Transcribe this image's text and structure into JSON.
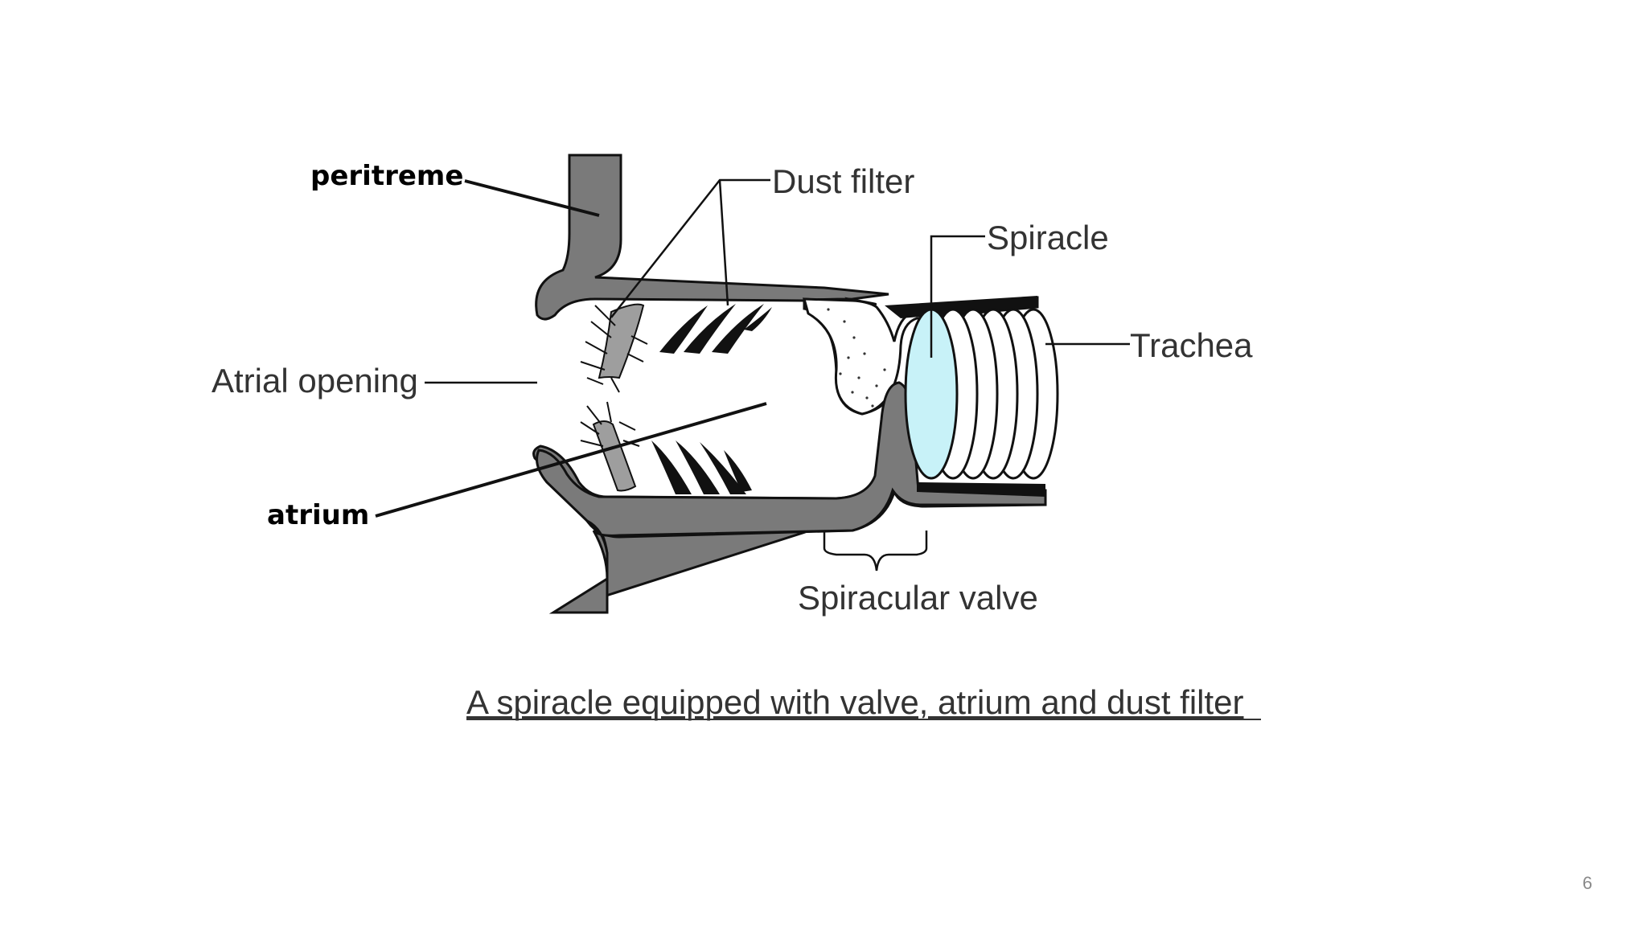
{
  "labels": {
    "peritreme": "peritreme",
    "atrium": "atrium",
    "dust_filter": "Dust filter",
    "spiracle": "Spiracle",
    "trachea": "Trachea",
    "atrial_opening": "Atrial opening",
    "spiracular_valve": "Spiracular valve"
  },
  "caption": "A spiracle equipped with valve, atrium and dust filter",
  "page_number": "6",
  "colors": {
    "cuticle": "#7a7a7a",
    "outline": "#111111",
    "spiracle_fill": "#c8f2f8",
    "filter_hair": "#9e9e9e",
    "stipple": "#ffffff"
  }
}
